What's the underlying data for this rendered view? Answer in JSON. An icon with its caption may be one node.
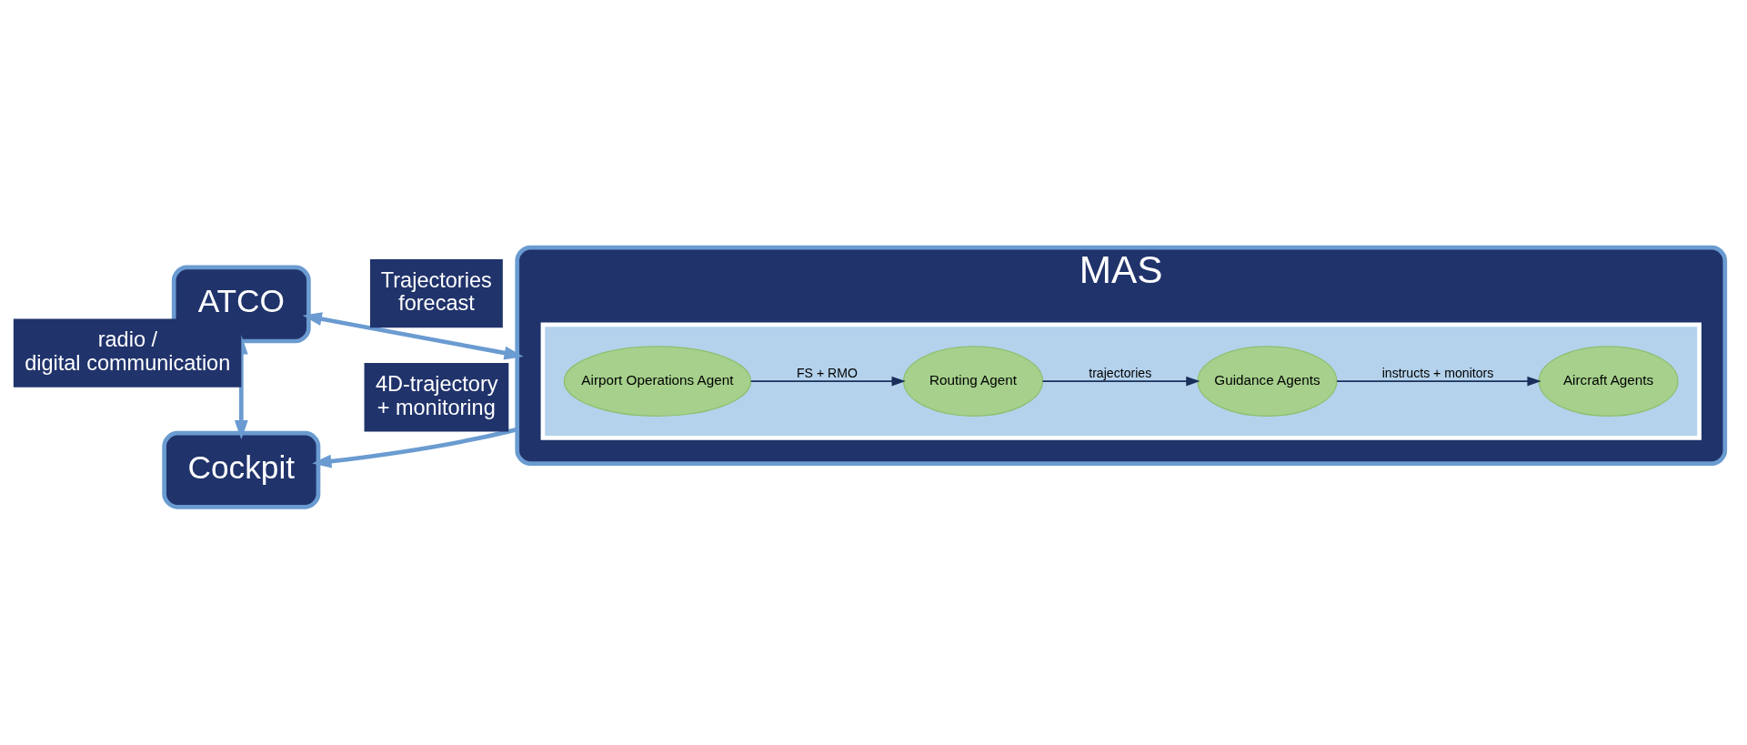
{
  "diagram": {
    "nodes": [
      {
        "text": [
          "ATCO"
        ]
      },
      {
        "text": [
          "Cockpit"
        ]
      },
      {
        "text": [
          "MAS"
        ]
      },
      {
        "text": [],
        "shape": "box",
        "in": 2
      },
      {
        "text": [
          "Airport Operations Agent"
        ],
        "in": 3
      },
      {
        "text": [
          "Routing Agent"
        ],
        "in": 3
      },
      {
        "text": [
          "Guidance Agents"
        ],
        "in": 3
      },
      {
        "text": [
          "Aircraft Agents"
        ],
        "in": 3
      }
    ],
    "edges": [
      {
        "from": 0,
        "to": 2,
        "arrow": "both",
        "label": "Trajectories forecast",
        "style": "thick",
        "color": "#6a9bd1"
      },
      {
        "from": 0,
        "to": 1,
        "arrow": "both",
        "label": "radio / digital communication",
        "style": "thick",
        "color": "#6a9bd1"
      },
      {
        "from": 2,
        "to": 1,
        "arrow": "to",
        "label": "4D-trajectory + monitoring",
        "style": "thick",
        "color": "#6a9bd1"
      },
      {
        "from": 4,
        "to": 5,
        "arrow": "to",
        "label": "FS + RMO",
        "color": "#1a2f5a"
      },
      {
        "from": 5,
        "to": 6,
        "arrow": "to",
        "label": "trajectories",
        "color": "#1a2f5a"
      },
      {
        "from": 6,
        "to": 7,
        "arrow": "to",
        "label": "instructs + monitors",
        "color": "#1a2f5a"
      }
    ]
  }
}
